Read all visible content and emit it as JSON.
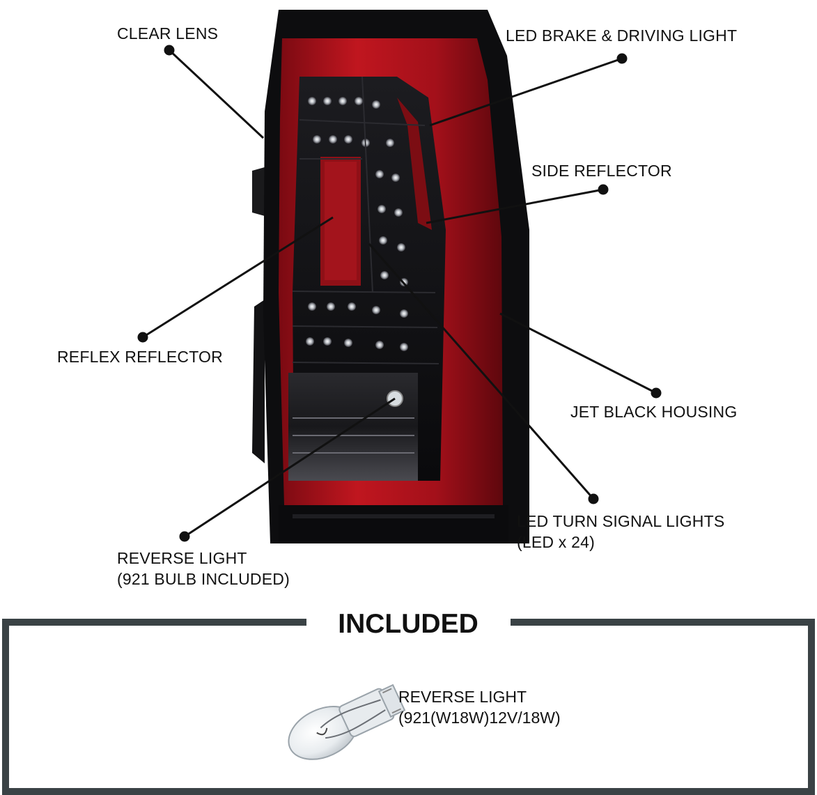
{
  "callouts": {
    "clear_lens": "CLEAR LENS",
    "led_brake": "LED BRAKE & DRIVING LIGHT",
    "side_reflector": "SIDE REFLECTOR",
    "reflex_reflector": "REFLEX REFLECTOR",
    "jet_black_housing": "JET BLACK HOUSING",
    "turn_signal_line1": "LED TURN SIGNAL LIGHTS",
    "turn_signal_line2": "(LED x 24)",
    "reverse_line1": "REVERSE LIGHT",
    "reverse_line2": "(921 BULB INCLUDED)"
  },
  "included": {
    "title": "INCLUDED",
    "item_line1": "REVERSE LIGHT",
    "item_line2": "(921(W18W)12V/18W)"
  },
  "colors": {
    "housing": "#0d0d0f",
    "red_lens": "#a3101a",
    "frame": "#3a4245",
    "leader": "#111111"
  },
  "icons": {
    "product": "tail-light-assembly-illustration",
    "bulb": "921-wedge-bulb-illustration"
  }
}
